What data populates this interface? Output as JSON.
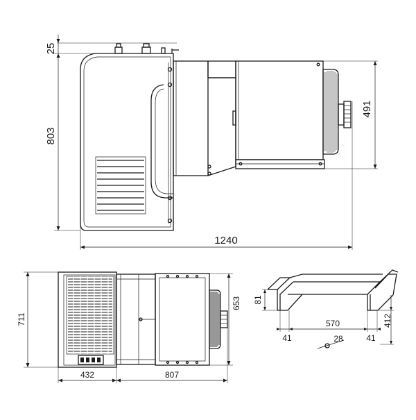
{
  "dimensions": {
    "top_height_offset": "25",
    "overall_height": "803",
    "condenser_height": "491",
    "overall_length": "1240",
    "plan_depth": "711",
    "plan_body_depth": "653",
    "plan_evaporator_width": "432",
    "plan_condenser_width": "807",
    "bracket_height": "81",
    "bracket_span": "570",
    "bracket_left_flange": "41",
    "bracket_right_flange": "41",
    "bracket_depth": "412",
    "hole_diameter": "28"
  }
}
